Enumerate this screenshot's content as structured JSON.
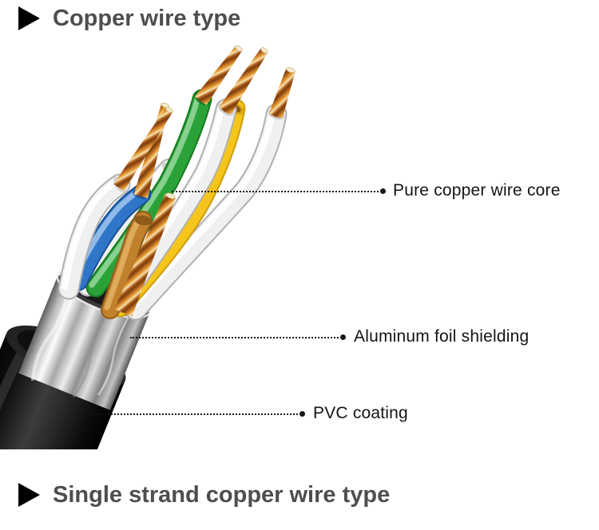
{
  "sections": {
    "top": {
      "marker_icon": "right-triangle",
      "title": "Copper wire type"
    },
    "bottom": {
      "marker_icon": "right-triangle",
      "title": "Single strand copper wire type"
    }
  },
  "diagram": {
    "subject": "stripped twisted-pair copper cable cutaway",
    "callouts": [
      {
        "text": "Pure copper wire core"
      },
      {
        "text": "Aluminum foil shielding"
      },
      {
        "text": "PVC coating"
      }
    ],
    "colors": {
      "wire_blue": "#2f76c9",
      "wire_green": "#2aa238",
      "wire_yellow": "#f6c51c",
      "wire_orange": "#c1802c",
      "wire_white": "#f0f0f0",
      "copper_strand": "#c87a1c",
      "foil_silver": "#c9c9c9",
      "jacket_black": "#1a1a1a",
      "title_text": "#4e4e4e",
      "label_text": "#141414"
    }
  }
}
